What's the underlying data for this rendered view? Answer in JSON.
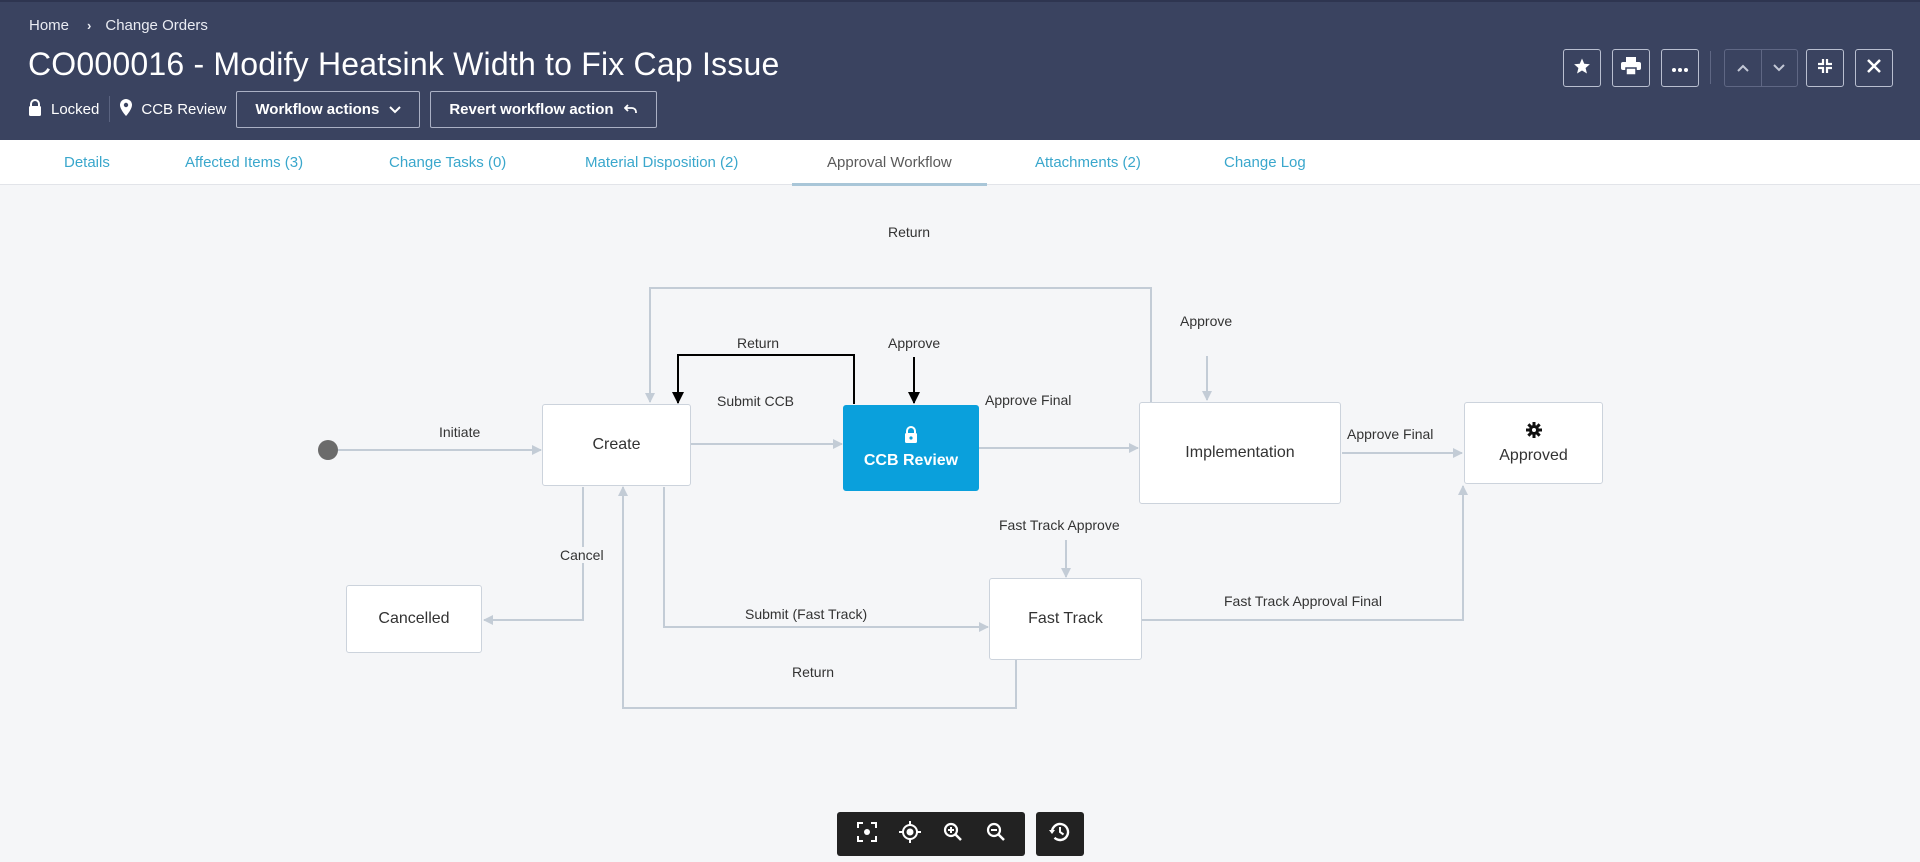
{
  "breadcrumb": {
    "home": "Home",
    "section": "Change Orders"
  },
  "title": "CO000016 - Modify Heatsink Width to Fix Cap Issue",
  "status": {
    "lock_label": "Locked",
    "location_label": "CCB Review"
  },
  "buttons": {
    "workflow_actions": "Workflow actions",
    "revert": "Revert workflow action"
  },
  "tabs": [
    {
      "label": "Details"
    },
    {
      "label": "Affected Items (3)"
    },
    {
      "label": "Change Tasks (0)"
    },
    {
      "label": "Material Disposition (2)"
    },
    {
      "label": "Approval Workflow",
      "active": true
    },
    {
      "label": "Attachments (2)"
    },
    {
      "label": "Change Log"
    }
  ],
  "workflow": {
    "states": {
      "create": "Create",
      "ccb_review": "CCB Review",
      "implementation": "Implementation",
      "approved": "Approved",
      "cancelled": "Cancelled",
      "fast_track": "Fast Track"
    },
    "current_state": "CCB Review",
    "transitions": {
      "initiate": "Initiate",
      "submit_ccb": "Submit CCB",
      "return_ccb": "Return",
      "approve_ccb": "Approve",
      "approve_final_ccb": "Approve Final",
      "return_impl": "Return",
      "approve_impl": "Approve",
      "approve_final_impl": "Approve Final",
      "cancel": "Cancel",
      "submit_fast_track": "Submit (Fast Track)",
      "fast_track_approve": "Fast Track Approve",
      "fast_track_approval_final": "Fast Track Approval Final",
      "return_fast_track": "Return"
    }
  },
  "colors": {
    "header_bg": "#3a4360",
    "accent_blue": "#0aa0dc",
    "tab_link": "#3aa7cc",
    "edge": "#c3ccd6",
    "active_edge": "#000000"
  }
}
